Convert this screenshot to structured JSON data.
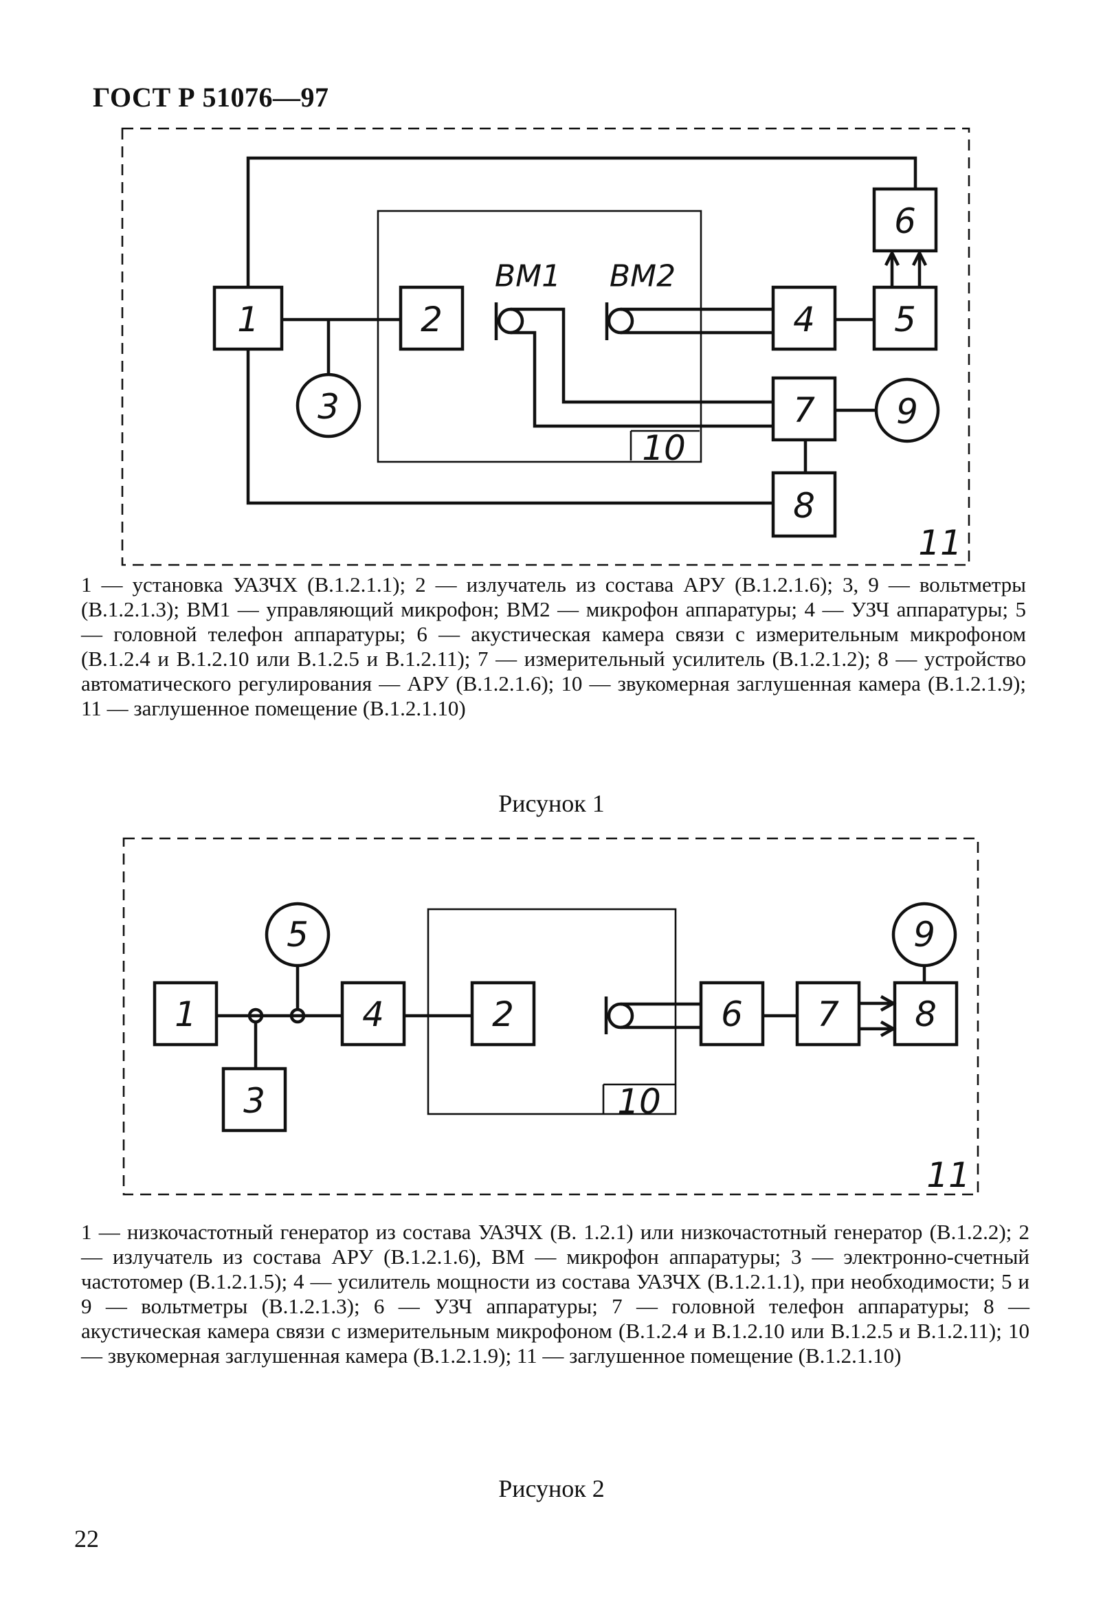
{
  "header": {
    "standard": "ГОСТ Р 51076—97"
  },
  "figure1": {
    "blocks": [
      "1",
      "2",
      "4",
      "5",
      "6",
      "7",
      "8"
    ],
    "circles": [
      "3",
      "9"
    ],
    "mics": [
      "BM1",
      "BM2"
    ],
    "chamber_label": "10",
    "room_label": "11",
    "caption": "1 — установка УАЗЧХ (В.1.2.1.1); 2 — излучатель из состава АРУ (В.1.2.1.6); 3, 9 — вольтметры (В.1.2.1.3); ВМ1 — управляющий микрофон; ВМ2 — микрофон аппаратуры; 4 — УЗЧ аппаратуры; 5 — головной телефон аппаратуры; 6 — акустическая камера связи с измерительным микрофоном (В.1.2.4 и В.1.2.10 или В.1.2.5 и В.1.2.11); 7 — измерительный усилитель (В.1.2.1.2); 8 — устройство автоматического регулирования — АРУ (В.1.2.1.6); 10 — звукомерная заглушенная камера (В.1.2.1.9); 11 — заглушенное помещение (В.1.2.1.10)",
    "title": "Рисунок 1"
  },
  "figure2": {
    "blocks": [
      "1",
      "2",
      "3",
      "4",
      "6",
      "7",
      "8"
    ],
    "circles": [
      "5",
      "9"
    ],
    "chamber_label": "10",
    "room_label": "11",
    "caption": "1 — низкочастотный генератор из состава УАЗЧХ (В. 1.2.1) или низкочастотный генератор (В.1.2.2); 2 — излучатель из состава АРУ (В.1.2.1.6), ВМ — микрофон аппаратуры; 3 — электронно-счетный частотомер (В.1.2.1.5); 4 — усилитель мощности из состава УАЗЧХ (В.1.2.1.1), при необходимости; 5 и 9 — вольтметры (В.1.2.1.3); 6 — УЗЧ аппаратуры; 7 — головной телефон аппаратуры; 8 — акустическая камера связи с измерительным микрофоном (В.1.2.4 и В.1.2.10 или В.1.2.5 и В.1.2.11); 10 — звукомерная заглушенная камера (В.1.2.1.9); 11 — заглушенное помещение (В.1.2.1.10)",
    "title": "Рисунок 2"
  },
  "page_number": "22"
}
